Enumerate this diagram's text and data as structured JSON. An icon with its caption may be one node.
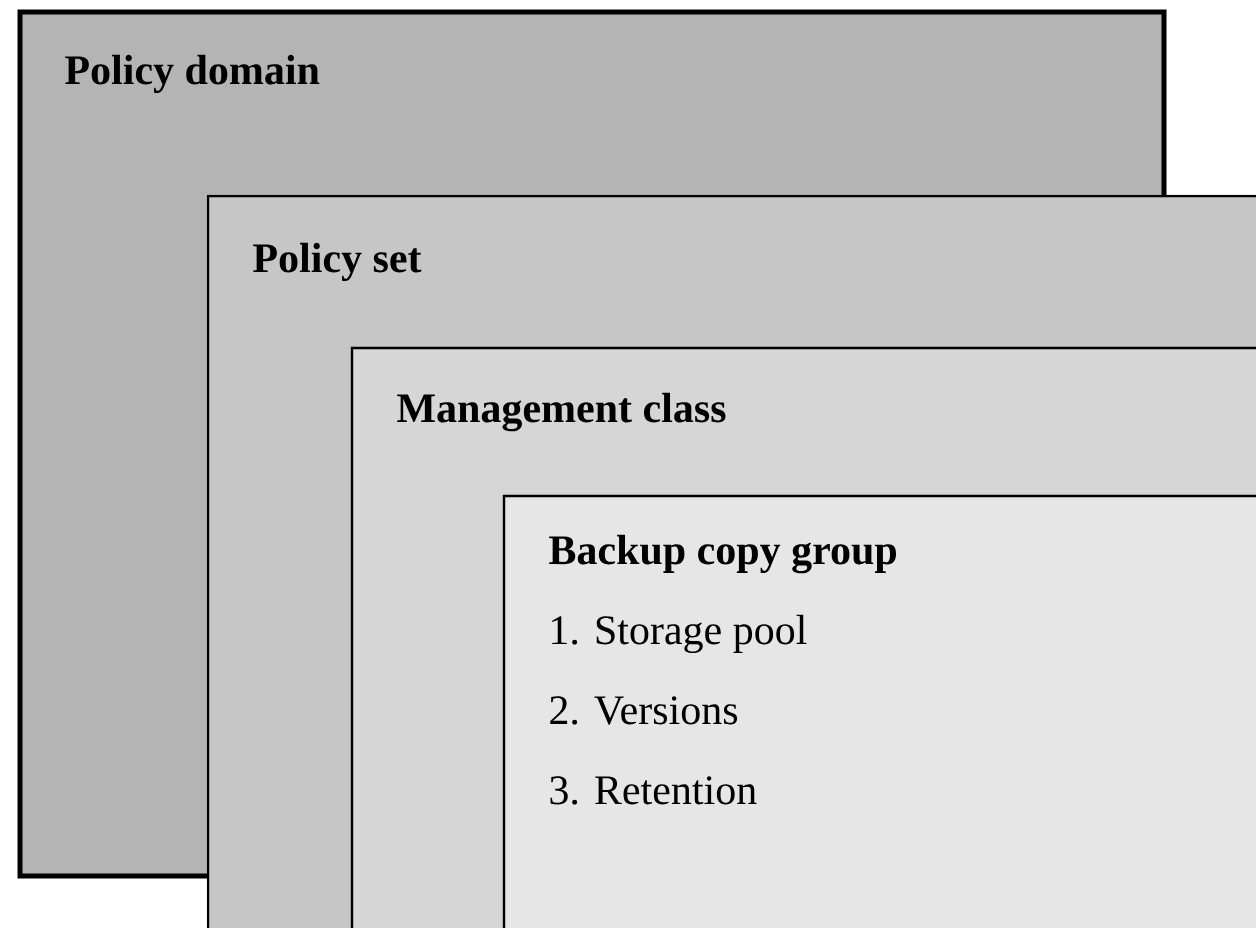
{
  "diagram": {
    "nodes": [
      {
        "text": [
          "Policy domain"
        ]
      },
      {
        "text": [
          "Policy set"
        ]
      },
      {
        "text": [
          "Management class"
        ],
        "in": 1
      },
      {
        "text": [
          "Backup copy group",
          "1. Storage pool",
          "2. Versions",
          "3. Retention"
        ],
        "in": 2
      }
    ]
  }
}
